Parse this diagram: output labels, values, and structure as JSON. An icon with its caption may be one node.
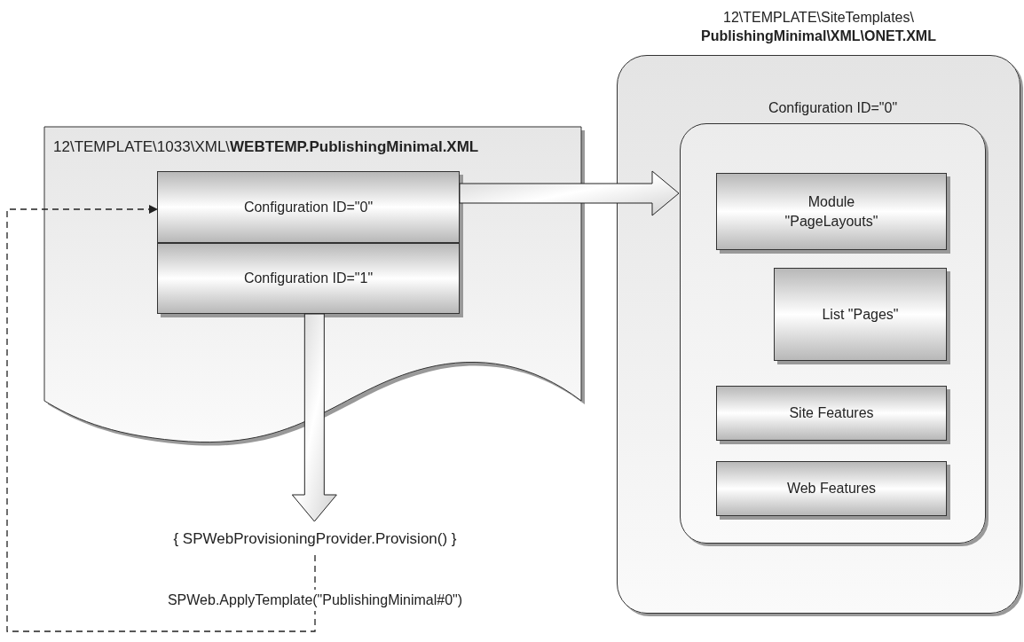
{
  "diagram": {
    "nodes": [
      {
        "text": [
          "12\\TEMPLATE\\1033\\XML\\**WEBTEMP.PublishingMinimal.XML**"
        ]
      },
      {
        "text": [
          "Configuration ID=\"0\""
        ],
        "in": 0
      },
      {
        "text": [
          "Configuration ID=\"1\""
        ],
        "in": 0
      },
      {
        "text": [
          "12\\TEMPLATE\\SiteTemplates\\ **PublishingMinimal\\XML\\ONET.XML**"
        ]
      },
      {
        "text": [
          "Configuration ID=\"0\""
        ],
        "in": 3
      },
      {
        "text": [
          "Module \"PageLayouts\""
        ],
        "in": 4
      },
      {
        "text": [
          "List \"Pages\""
        ],
        "in": 4
      },
      {
        "text": [
          "Site Features"
        ],
        "in": 4
      },
      {
        "text": [
          "Web Features"
        ],
        "in": 4
      },
      {
        "text": [
          "{ SPWebProvisioningProvider.Provision() }"
        ]
      }
    ],
    "edges": [
      {
        "from": 1,
        "to": 4,
        "arrow": "to",
        "style": "thick"
      },
      {
        "from": 2,
        "to": 9,
        "arrow": "to",
        "style": "thick"
      },
      {
        "from": 9,
        "to": 1,
        "arrow": "to",
        "style": "dashed",
        "label": "SPWeb.ApplyTemplate(\"PublishingMinimal#0\")"
      }
    ]
  }
}
